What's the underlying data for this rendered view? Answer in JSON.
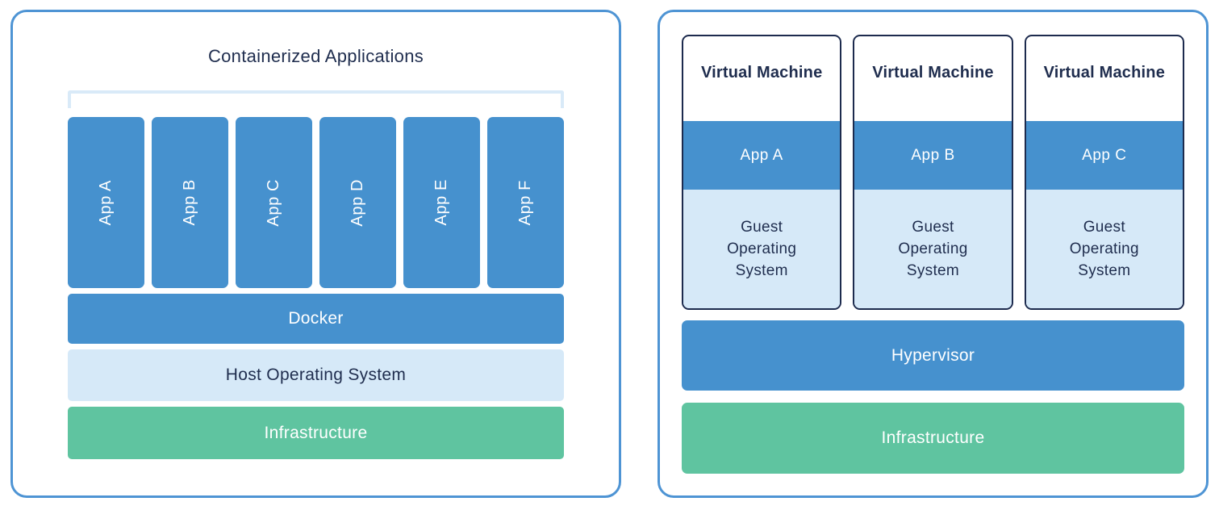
{
  "colors": {
    "panel_border": "#4e94d4",
    "primary_blue": "#4691ce",
    "light_blue": "#d6e9f8",
    "bracket_blue": "#d9eaf8",
    "green": "#5fc4a0",
    "navy_text": "#1f2d4e",
    "vm_border": "#1d2b4e",
    "white_text": "#ffffff"
  },
  "left_panel": {
    "title": "Containerized Applications",
    "apps": [
      "App A",
      "App B",
      "App C",
      "App D",
      "App E",
      "App F"
    ],
    "docker_label": "Docker",
    "host_os_label": "Host Operating System",
    "infrastructure_label": "Infrastructure"
  },
  "right_panel": {
    "vms": [
      {
        "title": "Virtual Machine",
        "app": "App A",
        "guest_os": "Guest\nOperating\nSystem"
      },
      {
        "title": "Virtual Machine",
        "app": "App B",
        "guest_os": "Guest\nOperating\nSystem"
      },
      {
        "title": "Virtual Machine",
        "app": "App C",
        "guest_os": "Guest\nOperating\nSystem"
      }
    ],
    "hypervisor_label": "Hypervisor",
    "infrastructure_label": "Infrastructure"
  }
}
